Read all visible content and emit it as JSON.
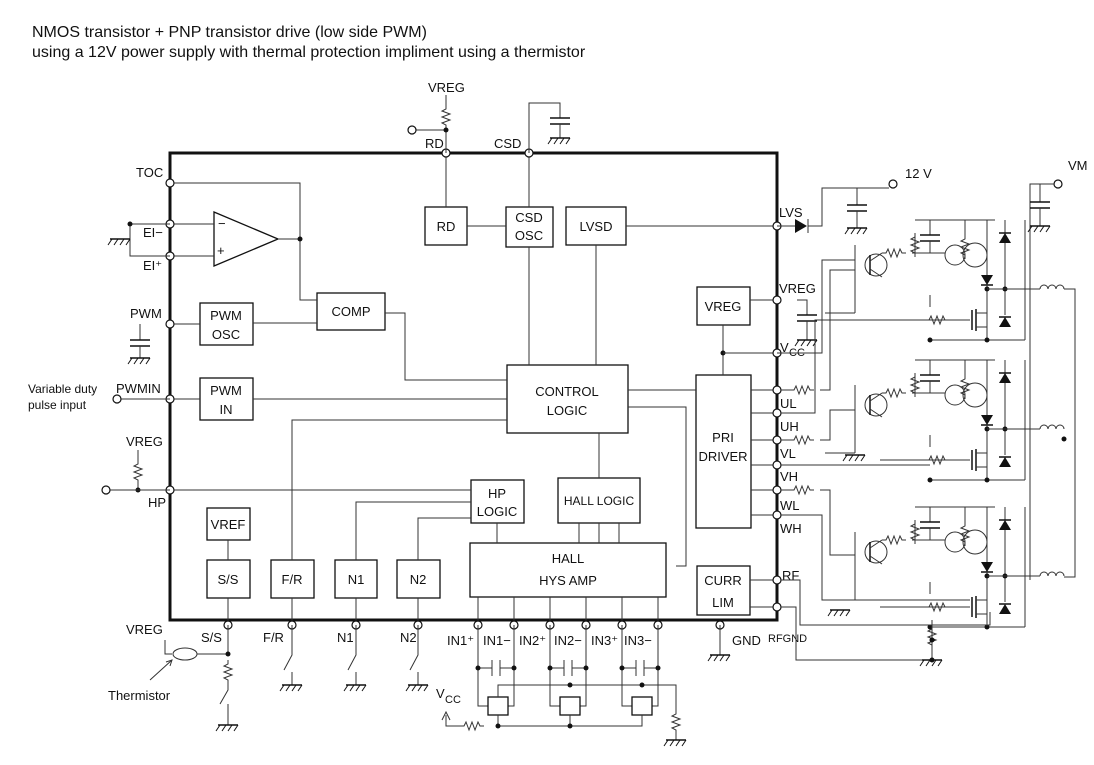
{
  "title": {
    "line1": "NMOS transistor + PNP transistor drive (low side PWM)",
    "line2": "using a 12V power supply with thermal protection impliment using a thermistor"
  },
  "blocks": {
    "rd": "RD",
    "csd_osc": [
      "CSD",
      "OSC"
    ],
    "lvsd": "LVSD",
    "comp": "COMP",
    "pwm_osc": [
      "PWM",
      "OSC"
    ],
    "pwm_in": [
      "PWM",
      "IN"
    ],
    "control_logic": [
      "CONTROL",
      "LOGIC"
    ],
    "vreg": "VREG",
    "pri_driver": [
      "PRI",
      "DRIVER"
    ],
    "hall_logic": "HALL LOGIC",
    "hp_logic": [
      "HP",
      "LOGIC"
    ],
    "hall_hys_amp": [
      "HALL",
      "HYS  AMP"
    ],
    "vref": "VREF",
    "ss": "S/S",
    "fr": "F/R",
    "n1": "N1",
    "n2": "N2",
    "curr_lim": [
      "CURR",
      "LIM"
    ]
  },
  "pins": {
    "toc": "TOC",
    "ei_minus": "EI−",
    "ei_plus": "EI⁺",
    "pwm": "PWM",
    "pwmin": "PWMIN",
    "hp": "HP",
    "rd": "RD",
    "csd": "CSD",
    "lvs": "LVS",
    "vreg": "VREG",
    "vcc": "V",
    "vcc_sub": "CC",
    "ul": "UL",
    "uh": "UH",
    "vl": "VL",
    "vh": "VH",
    "wl": "WL",
    "wh": "WH",
    "rf": "RF",
    "rfgnd": "RFGND",
    "gnd": "GND",
    "ss": "S/S",
    "fr": "F/R",
    "n1": "N1",
    "n2": "N2",
    "in1p": "IN1⁺",
    "in1m": "IN1−",
    "in2p": "IN2⁺",
    "in2m": "IN2−",
    "in3p": "IN3⁺",
    "in3m": "IN3−"
  },
  "external": {
    "vreg_top": "VREG",
    "vreg_left": "VREG",
    "vreg_bottom": "VREG",
    "supply_12v": "12 V",
    "vm": "VM",
    "variable_duty": [
      "Variable duty",
      "pulse input"
    ],
    "thermistor": "Thermistor",
    "vcc_bottom": "V",
    "vcc_bottom_sub": "CC",
    "opamp_minus": "−",
    "opamp_plus": "+"
  }
}
